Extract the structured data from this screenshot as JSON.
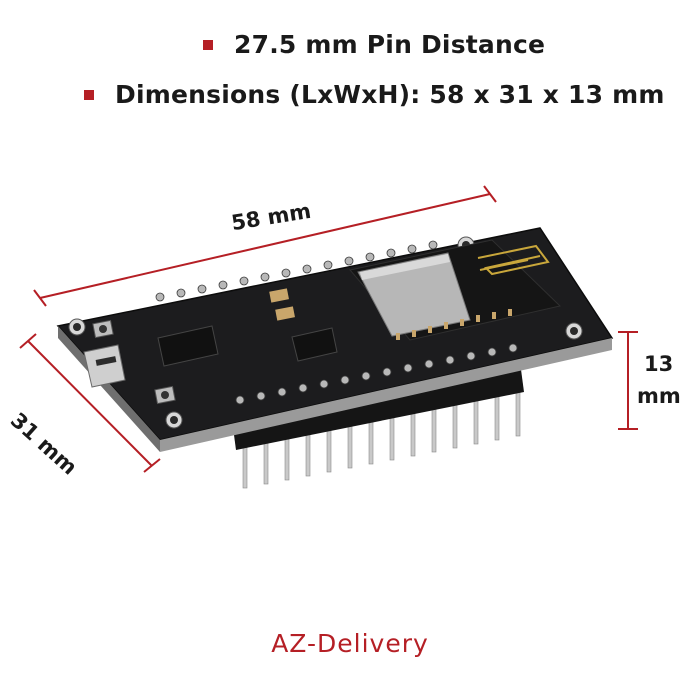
{
  "bullets": [
    {
      "text": "27.5 mm Pin Distance"
    },
    {
      "text": "Dimensions (LxWxH): 58 x 31 x 13 mm"
    }
  ],
  "dimensions": {
    "length_label": "58 mm",
    "width_label": "31 mm",
    "height_value": "13",
    "height_unit": "mm"
  },
  "brand": {
    "name": "AZ-Delivery"
  },
  "colors": {
    "accent": "#b51f25",
    "board": "#1c1c1e",
    "text": "#1a1a1a",
    "dimension_line": "#b51f25"
  }
}
